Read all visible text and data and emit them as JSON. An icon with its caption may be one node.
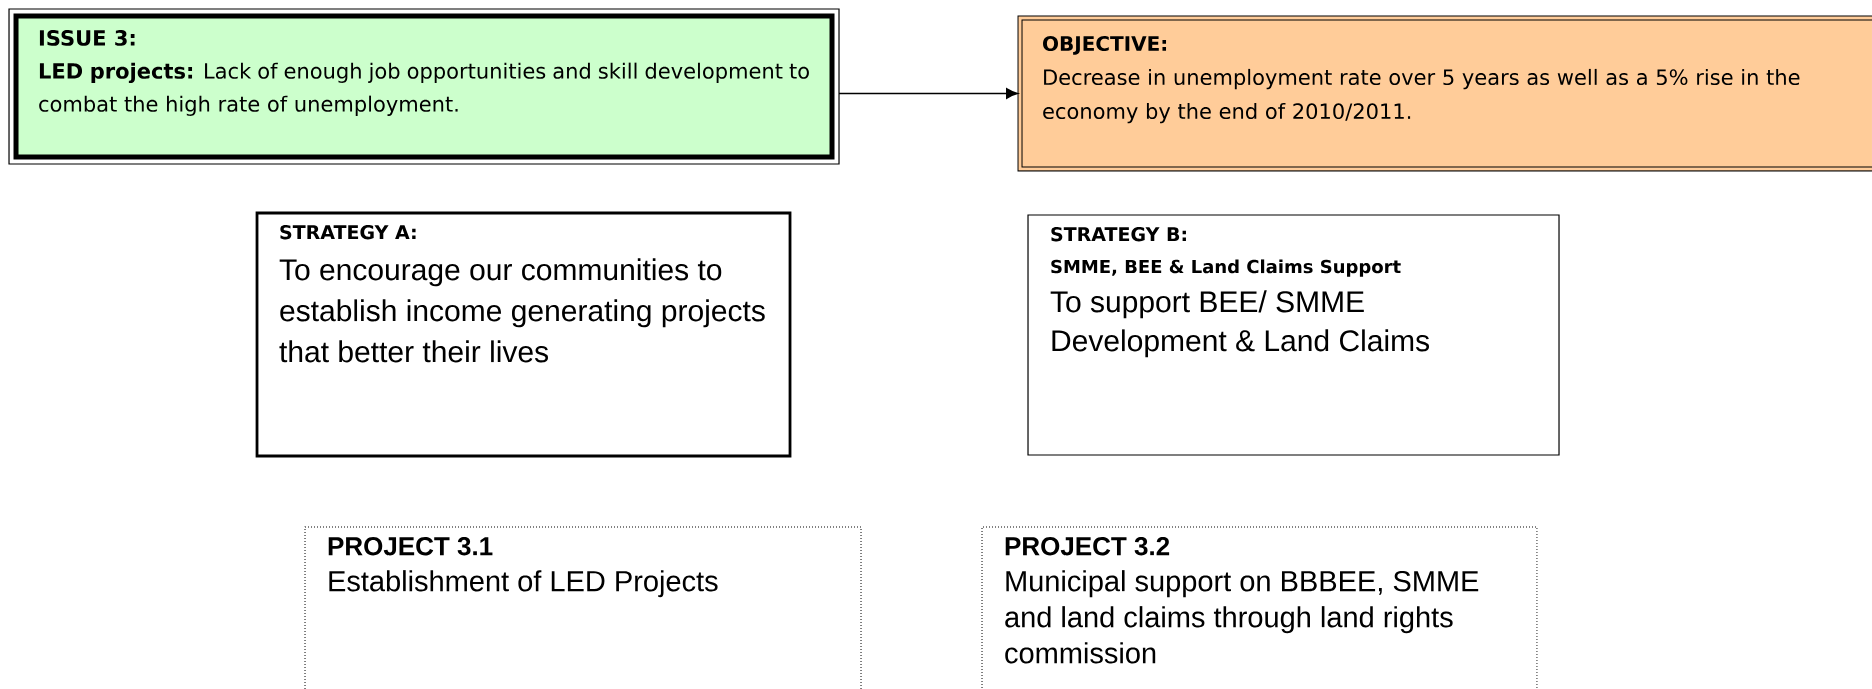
{
  "diagram": {
    "nodes": [
      {
        "text": [
          "ISSUE 3:",
          "**LED projects:** Lack of enough job opportunities and skill development to combat the high rate of unemployment."
        ]
      },
      {
        "text": [
          "OBJECTIVE:",
          "Decrease in unemployment rate over 5 years as well as a 5% rise in the economy by the end of 2010/2011."
        ]
      },
      {
        "text": [
          "STRATEGY A:",
          "To encourage our communities to establish income generating projects that better their lives"
        ]
      },
      {
        "text": [
          "STRATEGY B:",
          "SMME, BEE & Land Claims Support",
          "To support BEE/ SMME Development & Land Claims"
        ]
      },
      {
        "text": [
          "PROJECT 3.1",
          "Establishment of LED Projects"
        ]
      },
      {
        "text": [
          "PROJECT 3.2",
          "Municipal support on BBBEE, SMME and land claims through land rights commission"
        ]
      }
    ],
    "edges": [
      {
        "from": 0,
        "to": 1,
        "arrow": "to"
      }
    ]
  }
}
